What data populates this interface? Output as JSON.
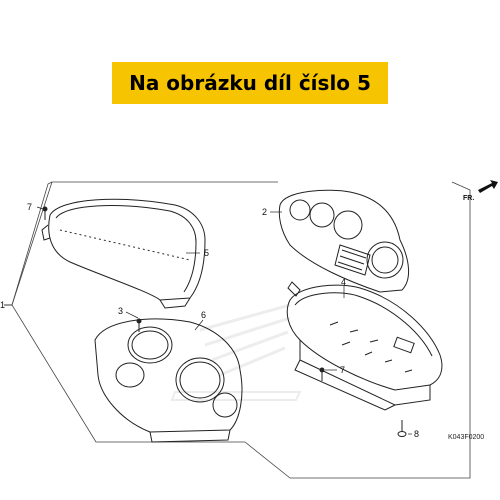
{
  "banner": {
    "text": "Na obrázku díl číslo 5",
    "color": "#f6c400"
  },
  "parts": {
    "p1": "1",
    "p2": "2",
    "p3": "3",
    "p4": "4",
    "p5": "5",
    "p6": "6",
    "p7a": "7",
    "p7b": "7",
    "p8": "8"
  },
  "direction_label": "FR.",
  "diagram_code": "K043F0200",
  "watermark_icon": "honda-wing-logo"
}
